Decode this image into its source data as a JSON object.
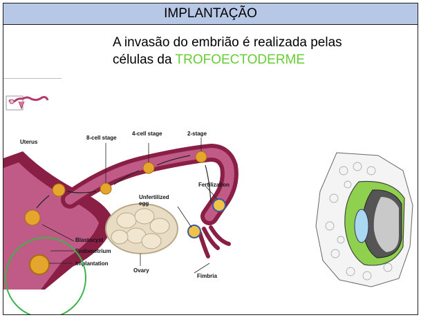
{
  "slide": {
    "title": "IMPLANTAÇÃO",
    "body_line1": "A invasão do embrião é realizada pelas",
    "body_line2_prefix": "células da ",
    "body_line2_highlight": "TROFOECTODERME",
    "highlight_color": "#66cc33",
    "title_bar_color": "#b7c7e6"
  },
  "diagram": {
    "labels": {
      "uterus": "Uterus",
      "eight_cell": "8-cell stage",
      "four_cell": "4-cell stage",
      "two_stage": "2-stage",
      "fertilization": "Fertilization",
      "unfertilized_egg_1": "Unfertilized",
      "unfertilized_egg_2": "egg",
      "blastocyst": "Blastocyst",
      "endometrium": "Endometrium",
      "implantation": "Implantation",
      "ovary": "Ovary",
      "fimbria": "Fimbria"
    },
    "colors": {
      "uterine_wall": "#8a1f45",
      "lumen": "#c05a86",
      "ovary": "#e8dcc4",
      "cell": "#e6a52c",
      "highlight_circle": "#3bb44a"
    }
  },
  "implant_figure": {
    "colors": {
      "tissue": "#8fd14f",
      "cavity": "#555555",
      "outline": "#444444"
    }
  }
}
